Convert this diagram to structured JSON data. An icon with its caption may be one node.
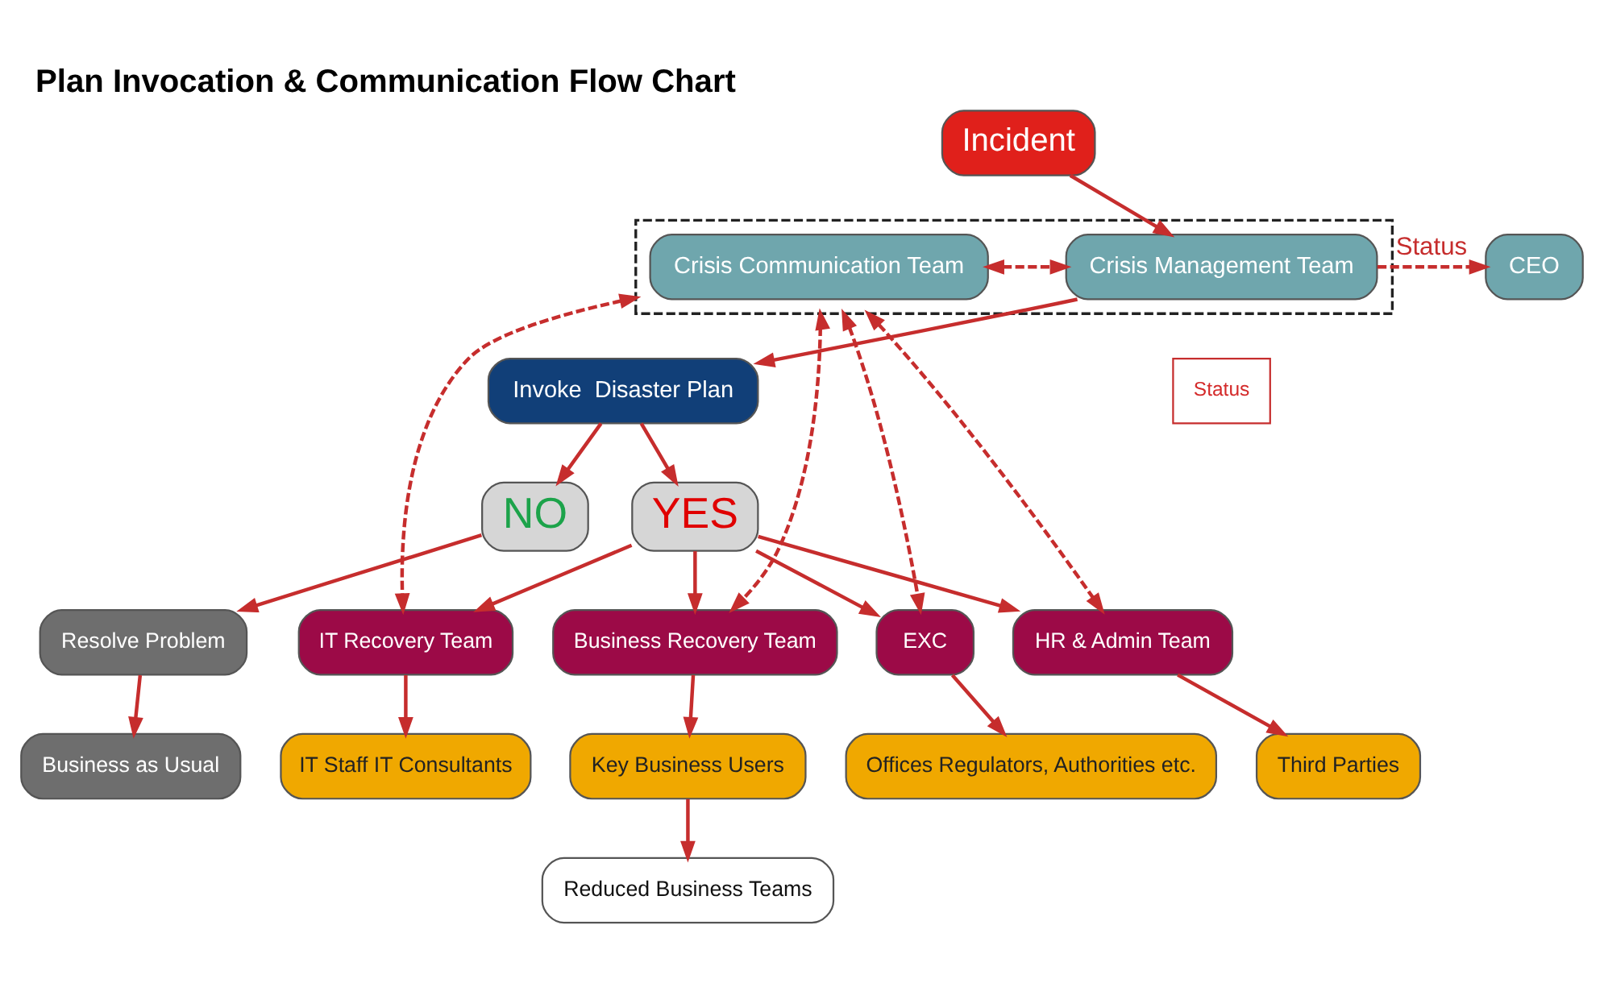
{
  "diagram": {
    "title": "Plan Invocation & Communication Flow Chart",
    "nodes": [
      {
        "text": [
          "Incident"
        ]
      },
      {
        "text": [],
        "shape": "box"
      },
      {
        "text": [
          "Crisis Communication Team"
        ],
        "in": 1
      },
      {
        "text": [
          "Crisis Management Team"
        ],
        "in": 1
      },
      {
        "text": [
          "CEO"
        ]
      },
      {
        "text": [
          "Status"
        ]
      },
      {
        "text": [
          "Invoke  Disaster Plan"
        ]
      },
      {
        "text": [
          "YES"
        ]
      },
      {
        "text": [
          "NO"
        ]
      },
      {
        "text": [
          "IT Recovery Team"
        ]
      },
      {
        "text": [
          "Business Recovery Team"
        ]
      },
      {
        "text": [
          "HR & Admin Team"
        ]
      },
      {
        "text": [
          "EXC"
        ]
      },
      {
        "text": [
          "Resolve Problem"
        ]
      },
      {
        "text": [
          "IT Staff IT Consultants"
        ]
      },
      {
        "text": [
          "Key Business Users"
        ]
      },
      {
        "text": [
          "Third Parties"
        ]
      },
      {
        "text": [
          "Offices Regulators, Authorities etc."
        ]
      },
      {
        "text": [
          "Business as Usual"
        ]
      },
      {
        "text": [
          "Reduced Business Teams"
        ]
      }
    ],
    "edges": [
      {
        "from": 0,
        "to": 3,
        "arrow": "to"
      },
      {
        "from": 2,
        "to": 3,
        "arrow": "both",
        "style": "dashed"
      },
      {
        "from": 3,
        "to": 4,
        "arrow": "to",
        "style": "dashed",
        "label": "Status"
      },
      {
        "from": 3,
        "to": 6,
        "arrow": "to"
      },
      {
        "from": 6,
        "to": 7,
        "arrow": "to"
      },
      {
        "from": 6,
        "to": 8,
        "arrow": "to"
      },
      {
        "from": 7,
        "to": 9,
        "arrow": "to"
      },
      {
        "from": 7,
        "to": 10,
        "arrow": "to"
      },
      {
        "from": 7,
        "to": 11,
        "arrow": "to"
      },
      {
        "from": 7,
        "to": 12,
        "arrow": "to"
      },
      {
        "from": 9,
        "to": 1,
        "arrow": "both",
        "style": "dashed"
      },
      {
        "from": 10,
        "to": 1,
        "arrow": "both",
        "style": "dashed"
      },
      {
        "from": 11,
        "to": 1,
        "arrow": "both",
        "style": "dashed"
      },
      {
        "from": 12,
        "to": 1,
        "arrow": "both",
        "style": "dashed"
      },
      {
        "from": 8,
        "to": 13,
        "arrow": "to"
      },
      {
        "from": 9,
        "to": 14,
        "arrow": "to"
      },
      {
        "from": 10,
        "to": 15,
        "arrow": "to"
      },
      {
        "from": 11,
        "to": 16,
        "arrow": "to"
      },
      {
        "from": 12,
        "to": 17,
        "arrow": "to"
      },
      {
        "from": 13,
        "to": 18,
        "arrow": "to"
      },
      {
        "from": 15,
        "to": 19,
        "arrow": "to"
      }
    ]
  }
}
